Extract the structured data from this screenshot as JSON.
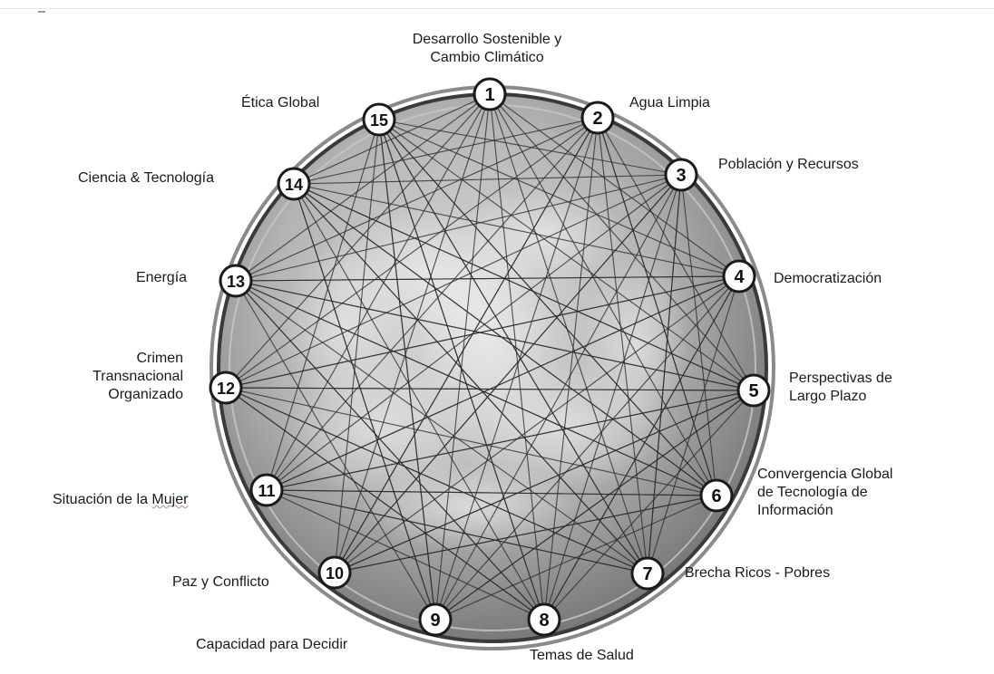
{
  "nodes": [
    {
      "num": "1",
      "label": [
        "Desarrollo Sostenible y",
        "Cambio Climático"
      ]
    },
    {
      "num": "2",
      "label": [
        "Agua Limpia"
      ]
    },
    {
      "num": "3",
      "label": [
        "Población y Recursos"
      ]
    },
    {
      "num": "4",
      "label": [
        "Democratización"
      ]
    },
    {
      "num": "5",
      "label": [
        "Perspectivas de",
        "Largo Plazo"
      ]
    },
    {
      "num": "6",
      "label": [
        "Convergencia Global",
        "de Tecnología de",
        "Información"
      ]
    },
    {
      "num": "7",
      "label": [
        "Brecha Ricos - Pobres"
      ]
    },
    {
      "num": "8",
      "label": [
        "Temas de Salud"
      ]
    },
    {
      "num": "9",
      "label": [
        "Capacidad para Decidir"
      ]
    },
    {
      "num": "10",
      "label": [
        "Paz y Conflicto"
      ]
    },
    {
      "num": "11",
      "label": [
        "Situación de la Mujer"
      ]
    },
    {
      "num": "12",
      "label": [
        "Crimen",
        "Transnacional",
        "Organizado"
      ]
    },
    {
      "num": "13",
      "label": [
        "Energía"
      ]
    },
    {
      "num": "14",
      "label": [
        "Ciencia & Tecnología"
      ]
    },
    {
      "num": "15",
      "label": [
        "Ética Global"
      ]
    }
  ],
  "colors": {
    "sphere_fill": "#9c9c9c",
    "sphere_light": "#d6d6d6",
    "ring": "#3a3a3a",
    "lines": "#2a2a2a",
    "node_fill": "#ffffff",
    "node_stroke": "#1a1a1a"
  }
}
